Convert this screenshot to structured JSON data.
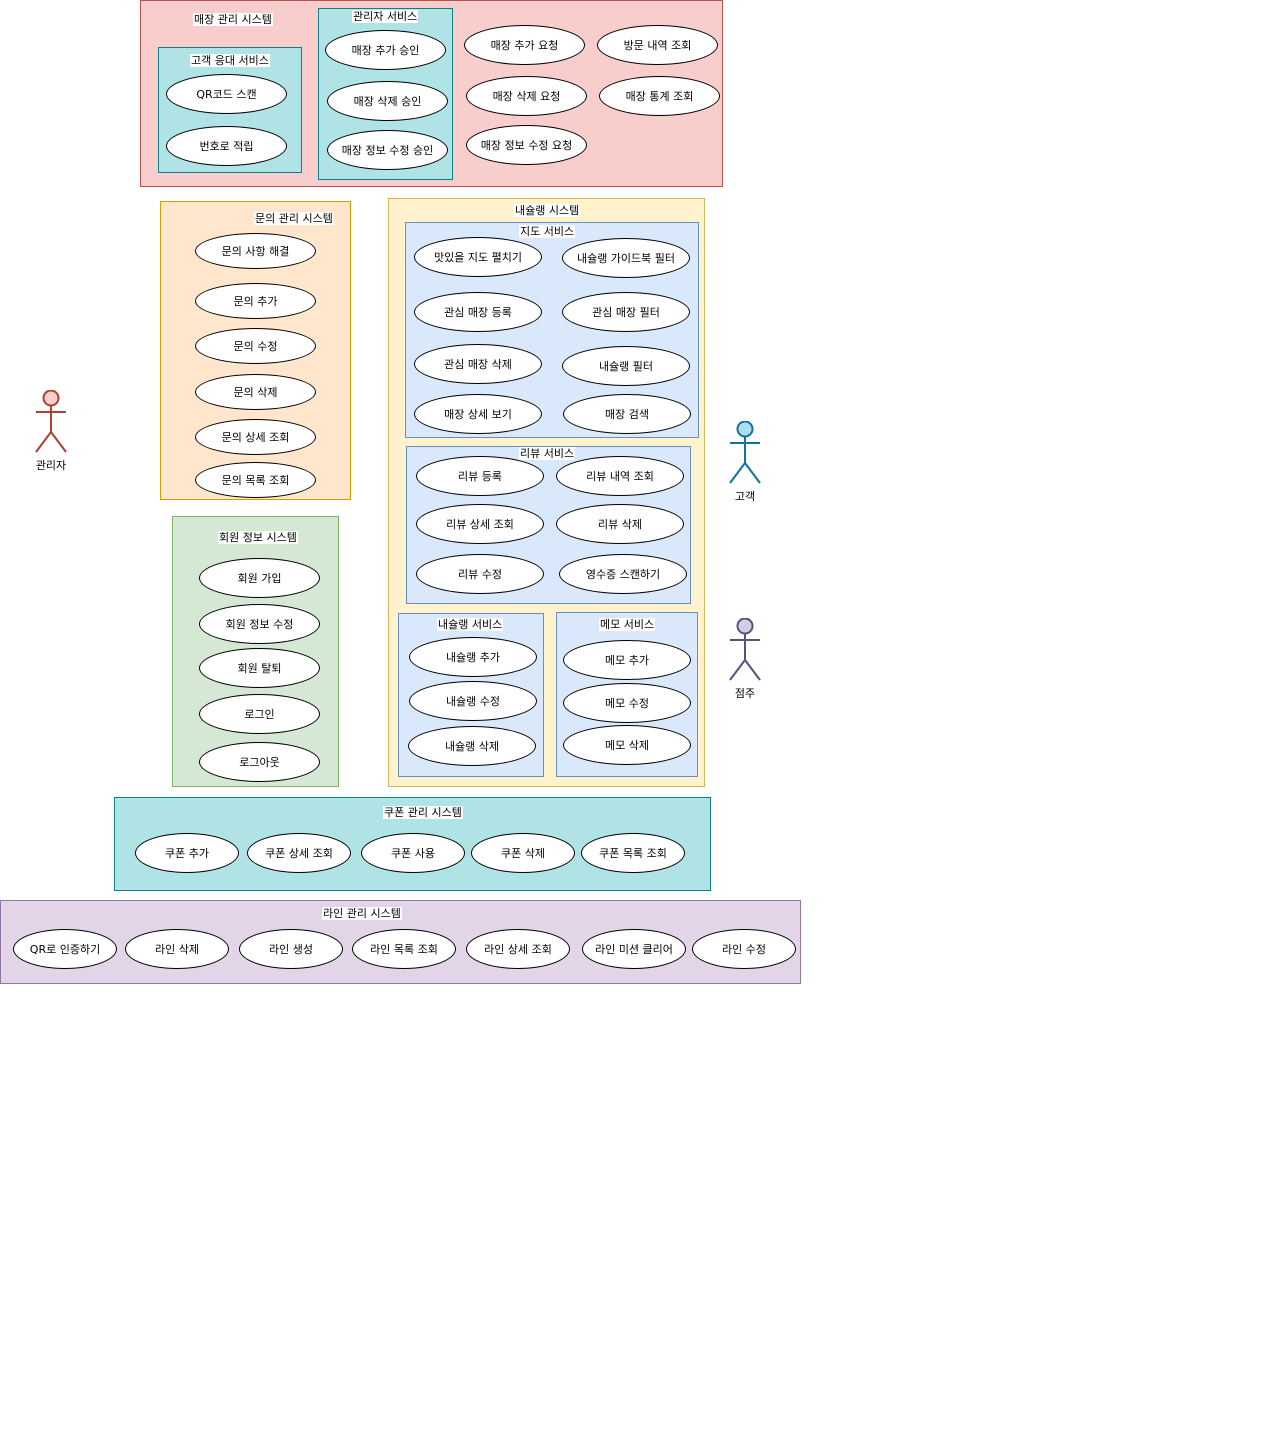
{
  "systems": {
    "store": {
      "title": "매장 관리 시스템",
      "customer_service": {
        "title": "고객 응대 서비스",
        "items": [
          "QR코드 스캔",
          "번호로 적립"
        ]
      },
      "admin_service": {
        "title": "관리자 서비스",
        "items": [
          "매장 추가 승인",
          "매장 삭제 승인",
          "매장 정보 수정 승인"
        ]
      },
      "items": [
        "매장 추가 요청",
        "방문 내역 조회",
        "매장 삭제 요청",
        "매장 통계 조회",
        "매장 정보 수정 요청"
      ]
    },
    "inquiry": {
      "title": "문의 관리 시스템",
      "items": [
        "문의 사항 해결",
        "문의 추가",
        "문의 수정",
        "문의 삭제",
        "문의 상세 조회",
        "문의 목록 조회"
      ]
    },
    "member": {
      "title": "회원 정보 시스템",
      "items": [
        "회원 가입",
        "회원 정보 수정",
        "회원 탈퇴",
        "로그인",
        "로그아웃"
      ]
    },
    "naesuraeng": {
      "title": "내슐랭 시스템",
      "map_service": {
        "title": "지도 서비스",
        "items": [
          "맛있을 지도 펼치기",
          "내슐랭 가이드북 필터",
          "관심 매장  등록",
          "관심 매장 필터",
          "관심 매장 삭제",
          "내슐랭 필터",
          "매장 상세 보기",
          "매장 검색"
        ]
      },
      "review_service": {
        "title": "리뷰 서비스",
        "items": [
          "리뷰 등록",
          "리뷰 내역 조회",
          "리뷰 상세 조회",
          "리뷰 삭제",
          "리뷰 수정",
          "영수증 스캔하기"
        ]
      },
      "nae_service": {
        "title": "내슐랭 서비스",
        "items": [
          "내슐랭 추가",
          "내슐랭 수정",
          "내슐랭 삭제"
        ]
      },
      "memo_service": {
        "title": "메모 서비스",
        "items": [
          "메모 추가",
          "메모 수정",
          "메모 삭제"
        ]
      }
    },
    "coupon": {
      "title": "쿠폰 관리 시스템",
      "items": [
        "쿠폰 추가",
        "쿠폰 상세 조회",
        "쿠폰 사용",
        "쿠폰 삭제",
        "쿠폰 목록 조회"
      ]
    },
    "line": {
      "title": "라인 관리 시스템",
      "items": [
        "QR로 인증하기",
        "라인 삭제",
        "라인 생성",
        "라인 목록 조회",
        "라인 상세 조회",
        "라인 미션 클리어",
        "라인 수정"
      ]
    }
  },
  "actors": {
    "admin": {
      "label": "관리자",
      "fill": "#f8cecc",
      "stroke": "#ae4132"
    },
    "customer": {
      "label": "고객",
      "fill": "#b1ddf0",
      "stroke": "#10739e"
    },
    "owner": {
      "label": "점주",
      "fill": "#d0cee2",
      "stroke": "#56517e"
    }
  },
  "colors": {
    "store_fill": "#f8cecc",
    "store_stroke": "#b85450",
    "teal_fill": "#b0e3e6",
    "teal_stroke": "#0e8088",
    "inquiry_fill": "#ffe6cc",
    "inquiry_stroke": "#d79b00",
    "member_fill": "#d5e8d4",
    "member_stroke": "#82b366",
    "nae_fill": "#fff2cc",
    "nae_stroke": "#d6b656",
    "blue_fill": "#dae8fc",
    "blue_stroke": "#6c8ebf",
    "line_fill": "#e1d5e7",
    "line_stroke": "#9673a6"
  }
}
